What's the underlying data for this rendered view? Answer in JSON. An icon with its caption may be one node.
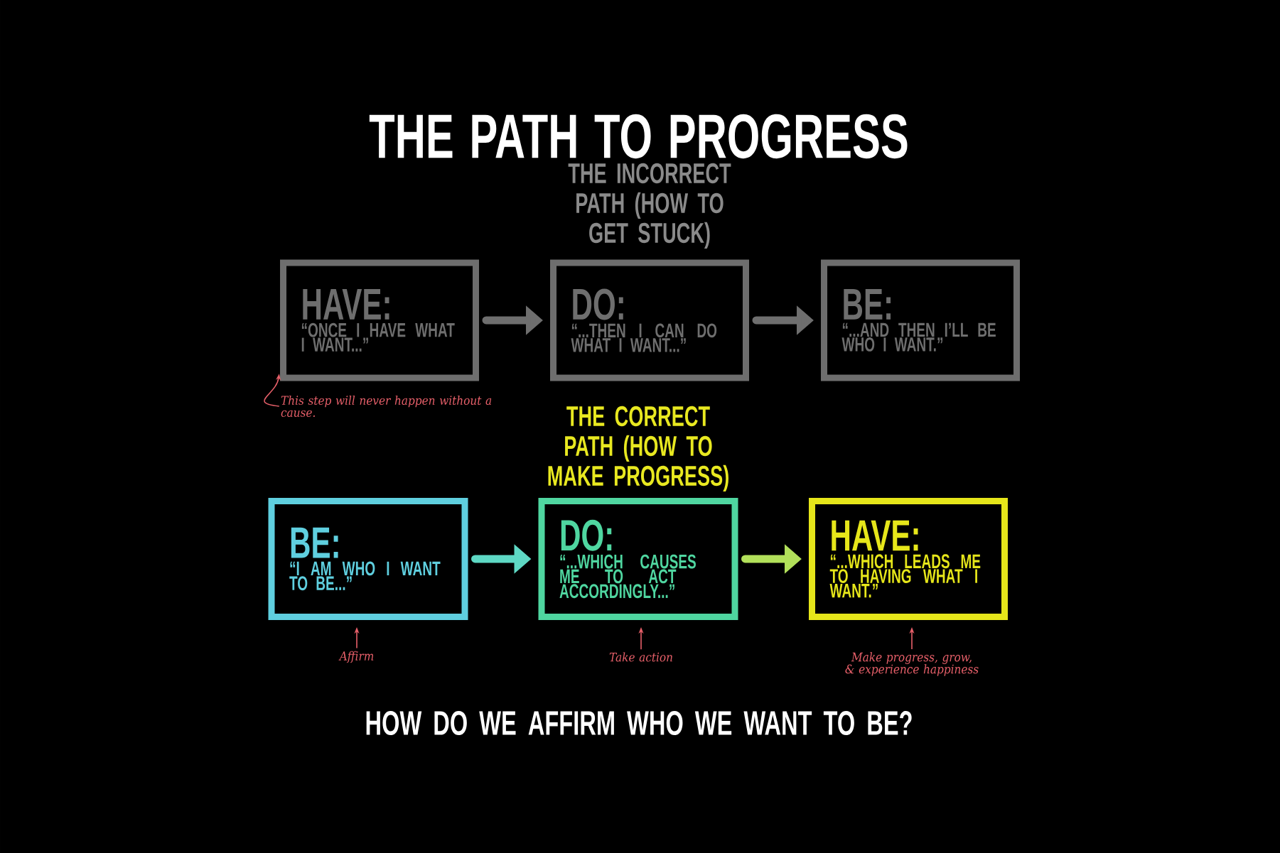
{
  "diagram": {
    "title": "THE PATH TO PROGRESS",
    "nodes": [
      {
        "text": [
          "HAVE:",
          "“ONCE I HAVE WHAT I WANT...”"
        ]
      },
      {
        "text": [
          "DO:",
          "“...THEN I CAN DO WHAT I WANT...”"
        ]
      },
      {
        "text": [
          "BE:",
          "“...AND THEN I’LL BE WHO I WANT.”"
        ]
      },
      {
        "text": [
          "BE:",
          "“I AM WHO I WANT TO BE...”"
        ]
      },
      {
        "text": [
          "DO:",
          "“...WHICH CAUSES ME TO ACT ACCORDINGLY...”"
        ]
      },
      {
        "text": [
          "HAVE:",
          "“...WHICH LEADS ME TO HAVING WHAT I WANT.”"
        ]
      },
      {
        "text": [
          "This step will never happen without a cause."
        ]
      },
      {
        "text": [
          "Affirm"
        ]
      },
      {
        "text": [
          "Take action"
        ]
      },
      {
        "text": [
          "Make progress, grow, & experience happiness"
        ]
      }
    ],
    "edges": [
      {
        "from": 0,
        "to": 1,
        "arrow": "to",
        "style": "thick",
        "color": "#6e6e6e"
      },
      {
        "from": 1,
        "to": 2,
        "arrow": "to",
        "style": "thick",
        "color": "#6e6e6e"
      },
      {
        "from": 3,
        "to": 4,
        "arrow": "to",
        "style": "thick",
        "color": "#5ed8c4"
      },
      {
        "from": 4,
        "to": 5,
        "arrow": "to",
        "style": "thick",
        "color": "#b2e05a"
      },
      {
        "from": 6,
        "to": 0,
        "arrow": "to",
        "color": "#e8606a"
      },
      {
        "from": 7,
        "to": 3,
        "arrow": "to",
        "color": "#e8606a"
      },
      {
        "from": 8,
        "to": 4,
        "arrow": "to",
        "color": "#e8606a"
      },
      {
        "from": 9,
        "to": 5,
        "arrow": "to",
        "color": "#e8606a"
      }
    ],
    "labels": [
      "THE INCORRECT PATH (HOW TO GET STUCK)",
      "THE CORRECT PATH (HOW TO MAKE PROGRESS)",
      "HOW DO WE AFFIRM WHO WE WANT TO BE?"
    ]
  }
}
